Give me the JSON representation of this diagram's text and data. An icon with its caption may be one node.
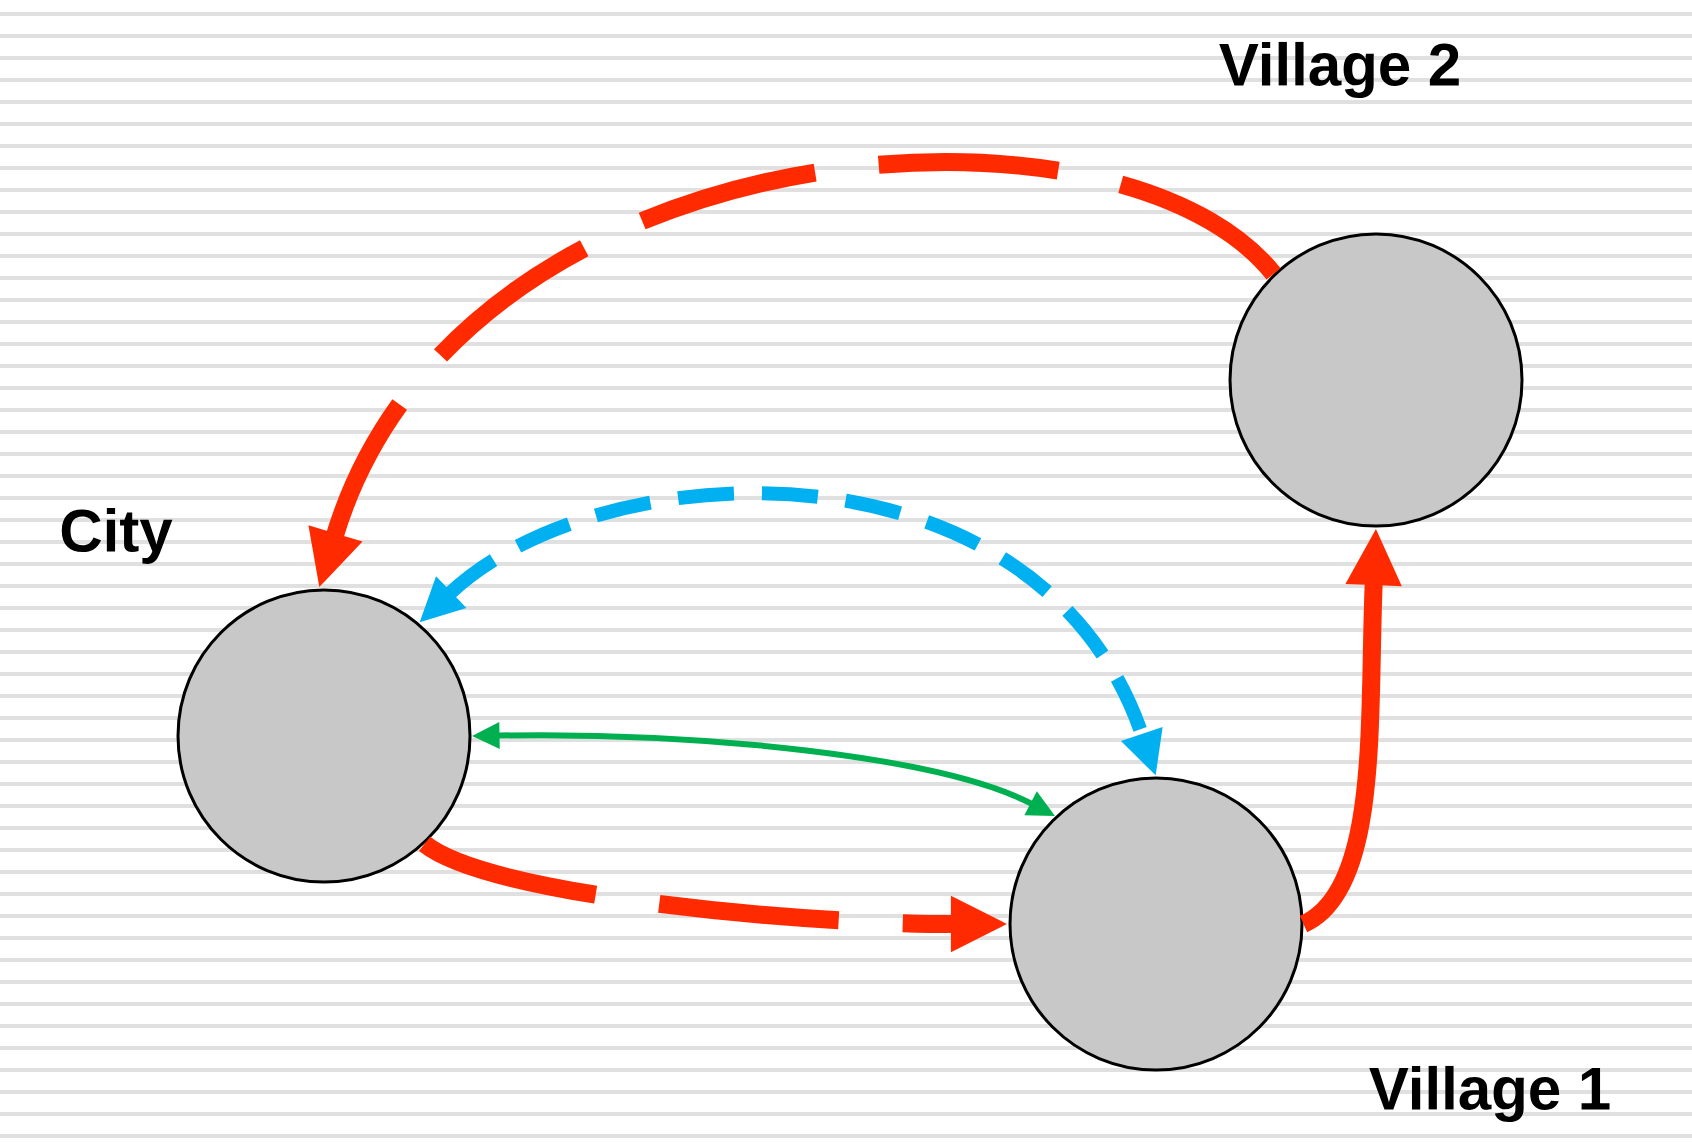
{
  "diagram": {
    "nodes": [
      {
        "text": [],
        "shape": "circle",
        "beside": [
          "City"
        ]
      },
      {
        "text": [],
        "shape": "circle",
        "beside": [
          "Village 1"
        ]
      },
      {
        "text": [],
        "shape": "circle",
        "beside": [
          "Village 2"
        ]
      }
    ],
    "edges": [
      {
        "from": 0,
        "to": 1,
        "arrow": "to",
        "style": "dashed"
      },
      {
        "from": 1,
        "to": 2,
        "arrow": "to"
      },
      {
        "from": 2,
        "to": 0,
        "arrow": "to",
        "style": "dashed"
      },
      {
        "from": 0,
        "to": 1,
        "arrow": "both",
        "style": "dashed",
        "color": "#00b0f0"
      },
      {
        "from": 0,
        "to": 1,
        "arrow": "both",
        "color": "#00b050"
      }
    ]
  }
}
